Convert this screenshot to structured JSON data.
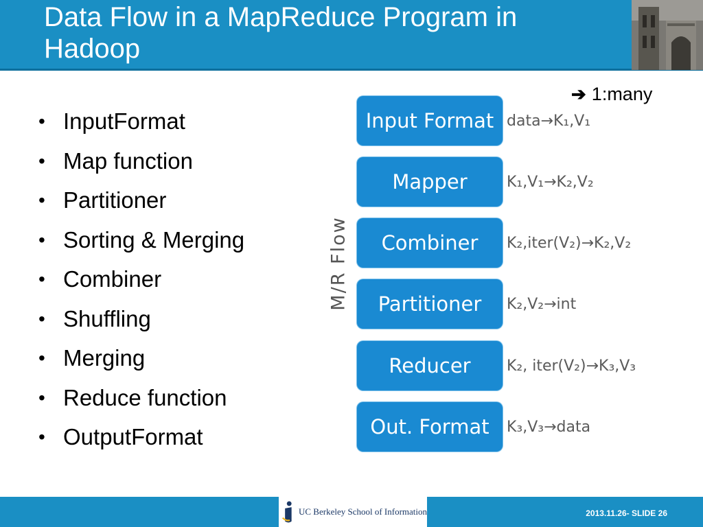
{
  "header": {
    "title": "Data Flow in a MapReduce Program in Hadoop"
  },
  "bullets": [
    "InputFormat",
    "Map function",
    "Partitioner",
    "Sorting & Merging",
    "Combiner",
    "Shuffling",
    "Merging",
    "Reduce function",
    "OutputFormat"
  ],
  "note": {
    "arrow": "➔",
    "text": "1:many"
  },
  "diagram": {
    "axis_label": "M/R Flow",
    "stages": [
      {
        "label": "Input Format",
        "mapping": "data→K₁,V₁"
      },
      {
        "label": "Mapper",
        "mapping": "K₁,V₁→K₂,V₂"
      },
      {
        "label": "Combiner",
        "mapping": "K₂,iter(V₂)→K₂,V₂"
      },
      {
        "label": "Partitioner",
        "mapping": "K₂,V₂→int"
      },
      {
        "label": "Reducer",
        "mapping": "K₂, iter(V₂)→K₃,V₃"
      },
      {
        "label": "Out. Format",
        "mapping": "K₃,V₃→data"
      }
    ]
  },
  "footer": {
    "logo_text": "UC Berkeley School of Information",
    "slide_label": "2013.11.26- SLIDE 26"
  },
  "colors": {
    "header_blue": "#1a8fc4",
    "stage_blue": "#1a8ad2"
  }
}
